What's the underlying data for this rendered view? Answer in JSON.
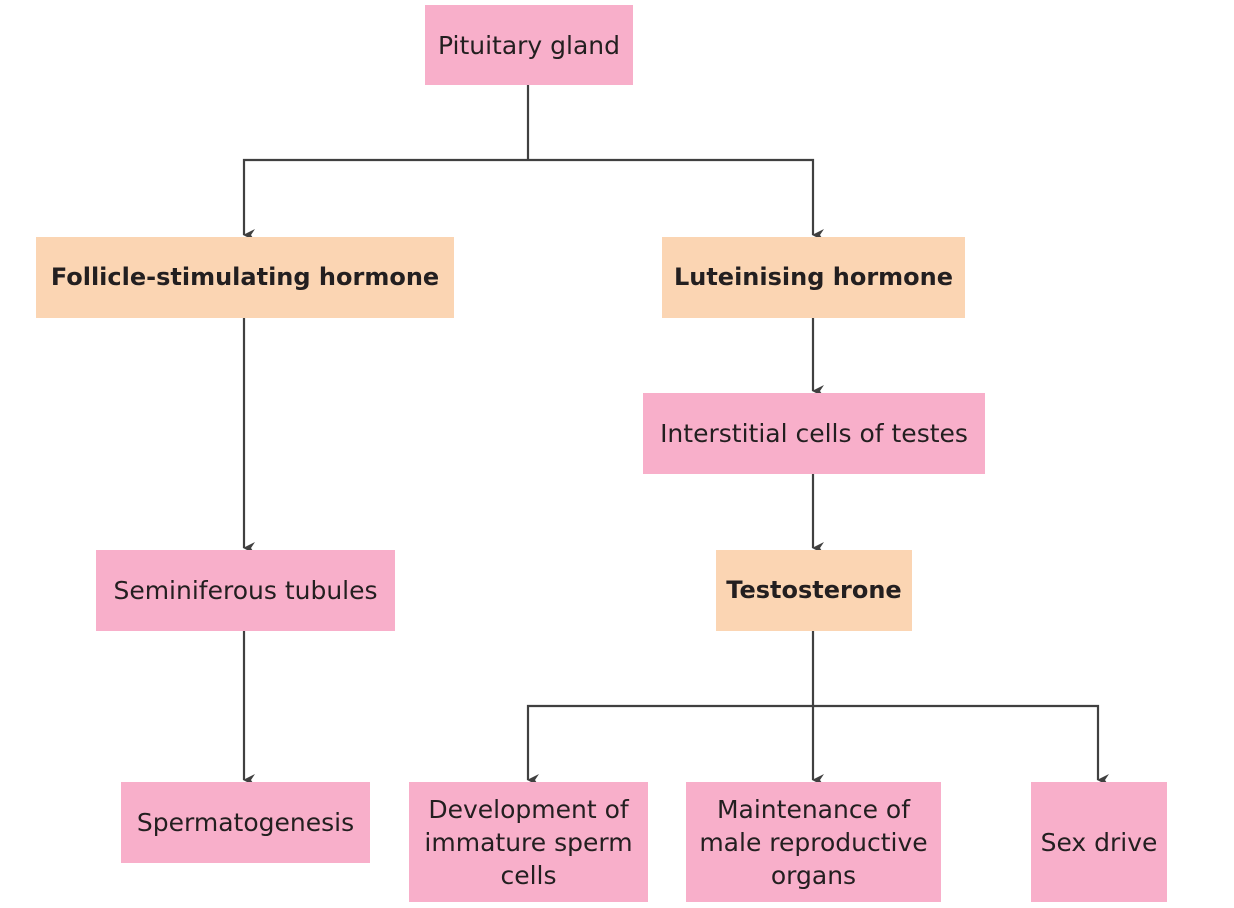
{
  "colors": {
    "pink_box": "#f8afca",
    "peach_box": "#fbd5b3",
    "connector": "#404040",
    "text": "#231f20"
  },
  "nodes": {
    "pituitary": "Pituitary gland",
    "fsh": "Follicle-stimulating hormone",
    "lh": "Luteinising hormone",
    "interstitial": "Interstitial cells of testes",
    "seminiferous": "Seminiferous tubules",
    "testosterone": "Testosterone",
    "spermatogenesis": "Spermatogenesis",
    "development": "Development of immature sperm cells",
    "maintenance": "Maintenance of male reproductive organs",
    "sex_drive": "Sex drive"
  }
}
